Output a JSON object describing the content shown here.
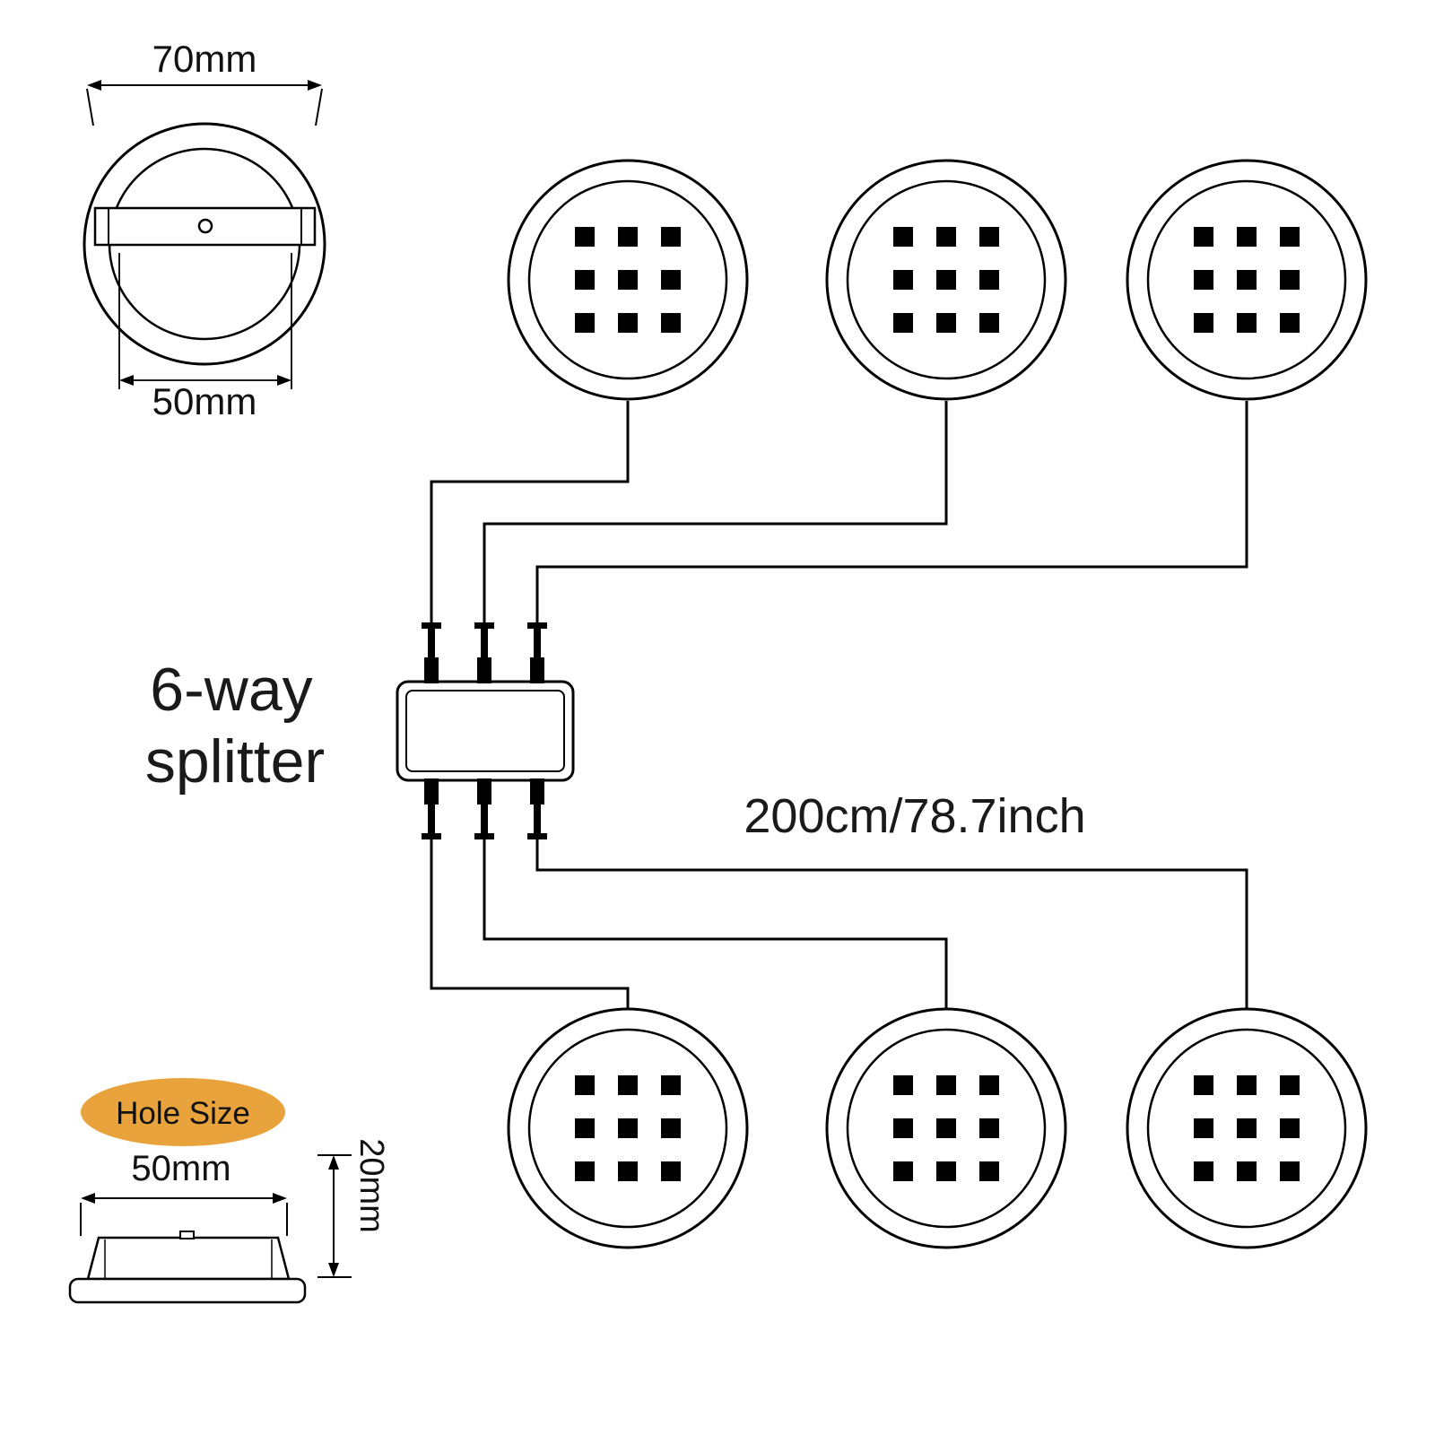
{
  "page": {
    "background": "#FFFFFF"
  },
  "colors": {
    "line": "#000000",
    "text": "#111111",
    "badge_fill": "#E8A33C",
    "badge_text": "#FFFFFF"
  },
  "top_view": {
    "outer_diameter_label": "70mm",
    "cutout_diameter_label": "50mm"
  },
  "splitter": {
    "label_line1": "6-way",
    "label_line2": "splitter"
  },
  "cable": {
    "length_label": "200cm/78.7inch"
  },
  "side_view": {
    "badge_label": "Hole Size",
    "hole_width_label": "50mm",
    "height_label": "20mm"
  },
  "lights": {
    "count": 6,
    "leds_per_light": 9
  }
}
